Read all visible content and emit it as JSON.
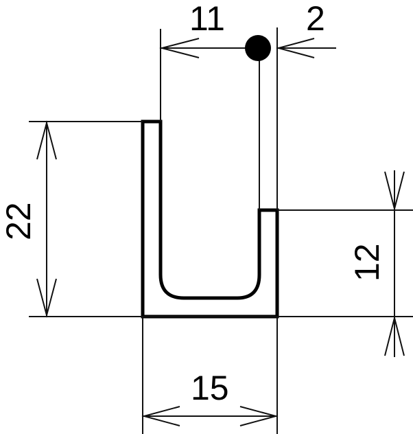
{
  "dimensions": {
    "top_width": "11",
    "lip_thickness": "2",
    "total_height": "22",
    "short_leg_height": "12",
    "base_width": "15"
  },
  "colors": {
    "line": "#000000",
    "background": "#ffffff"
  }
}
